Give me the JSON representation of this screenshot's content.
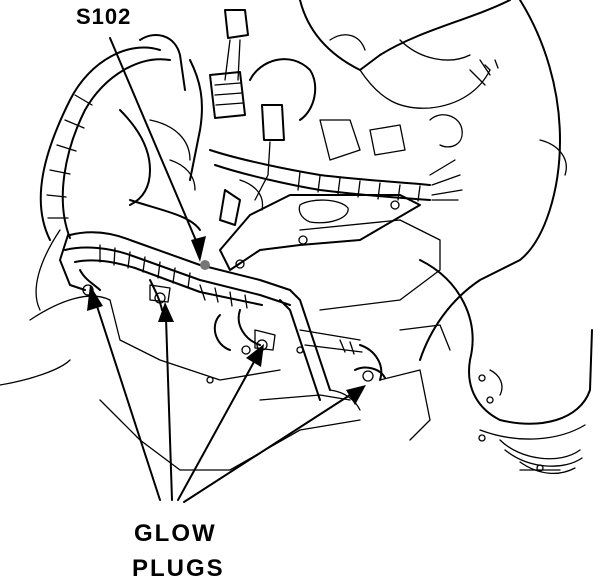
{
  "labels": {
    "connector": "S102",
    "glow_line1": "GLOW",
    "glow_line2": "PLUGS"
  },
  "colors": {
    "ink": "#000000",
    "paper": "#ffffff"
  }
}
